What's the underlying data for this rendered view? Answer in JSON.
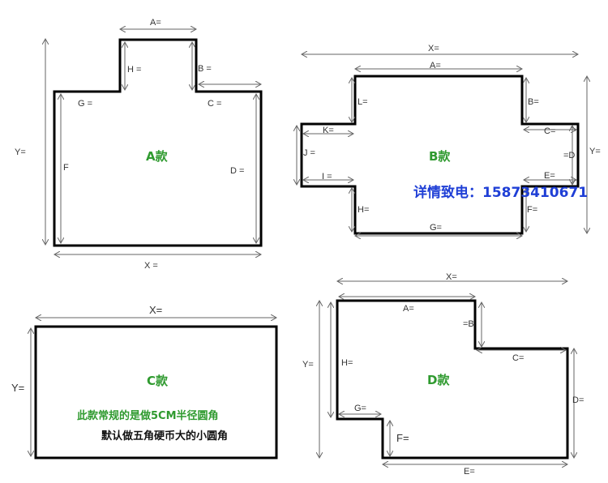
{
  "colors": {
    "title": "#2f9a2f",
    "note": "#2f9a2f",
    "phone": "#1f3fd6",
    "dim": "#666666",
    "shape": "#000000"
  },
  "shapeA": {
    "title": "A款",
    "labels": {
      "A": "A=",
      "H": "H =",
      "B": "B =",
      "G": "G =",
      "C": "C =",
      "F": "F",
      "D": "D =",
      "X": "X =",
      "Y": "Y="
    }
  },
  "shapeB": {
    "title": "B款",
    "labels": {
      "X": "X=",
      "A": "A=",
      "L": "L=",
      "B": "B=",
      "K": "K=",
      "C": "C=",
      "J": "J =",
      "D": "=D",
      "Y": "Y=",
      "I": "I =",
      "E": "E=",
      "H": "H=",
      "F": "F=",
      "G": "G="
    }
  },
  "phone": "详情致电：15873410671",
  "shapeC": {
    "title": "C款",
    "labels": {
      "X": "X=",
      "Y": "Y="
    },
    "note1": "此款常规的是做5CM半径圆角",
    "note2": "默认做五角硬币大的小圆角"
  },
  "shapeD": {
    "title": "D款",
    "labels": {
      "X": "X=",
      "A": "A=",
      "B": "=B",
      "Y": "Y=",
      "H": "H=",
      "C": "C=",
      "D": "D=",
      "G": "G=",
      "F": "F=",
      "E": "E="
    }
  }
}
